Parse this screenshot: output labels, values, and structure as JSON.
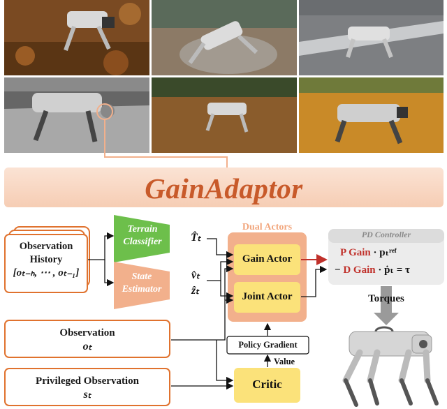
{
  "title": "GainAdaptor",
  "inputs": {
    "history": {
      "line1": "Observation",
      "line2": "History",
      "expr": "[oₜ₋ₕ, ⋯ , oₜ₋₁]"
    },
    "observation": {
      "label": "Observation",
      "symbol": "oₜ"
    },
    "privileged": {
      "label": "Privileged Observation",
      "symbol": "sₜ"
    }
  },
  "modules": {
    "terrain_classifier": {
      "line1": "Terrain",
      "line2": "Classifier",
      "output": "T̂ₜ"
    },
    "state_estimator": {
      "line1": "State",
      "line2": "Estimator",
      "output_v": "v̂ₜ",
      "output_z": "ẑₜ"
    }
  },
  "dual_actors": {
    "title": "Dual Actors",
    "gain_actor": "Gain Actor",
    "joint_actor": "Joint Actor"
  },
  "critic": {
    "label": "Critic"
  },
  "policy_gradient": "Policy Gradient",
  "value_label": "Value",
  "pd_controller": {
    "title": "PD Controller",
    "p_gain": "P Gain",
    "d_gain": "D Gain",
    "line1_tail": "· pₜʳᵉᶠ",
    "line2_head": "−",
    "line2_tail": "· ṗₜ  =  τ"
  },
  "torques": "Torques",
  "colors": {
    "orange": "#e0722e",
    "green": "#6dbf4b",
    "salmon": "#f2b08c",
    "yellow": "#fbe27a",
    "red": "#c0312b",
    "banner": "#c85a2a"
  }
}
